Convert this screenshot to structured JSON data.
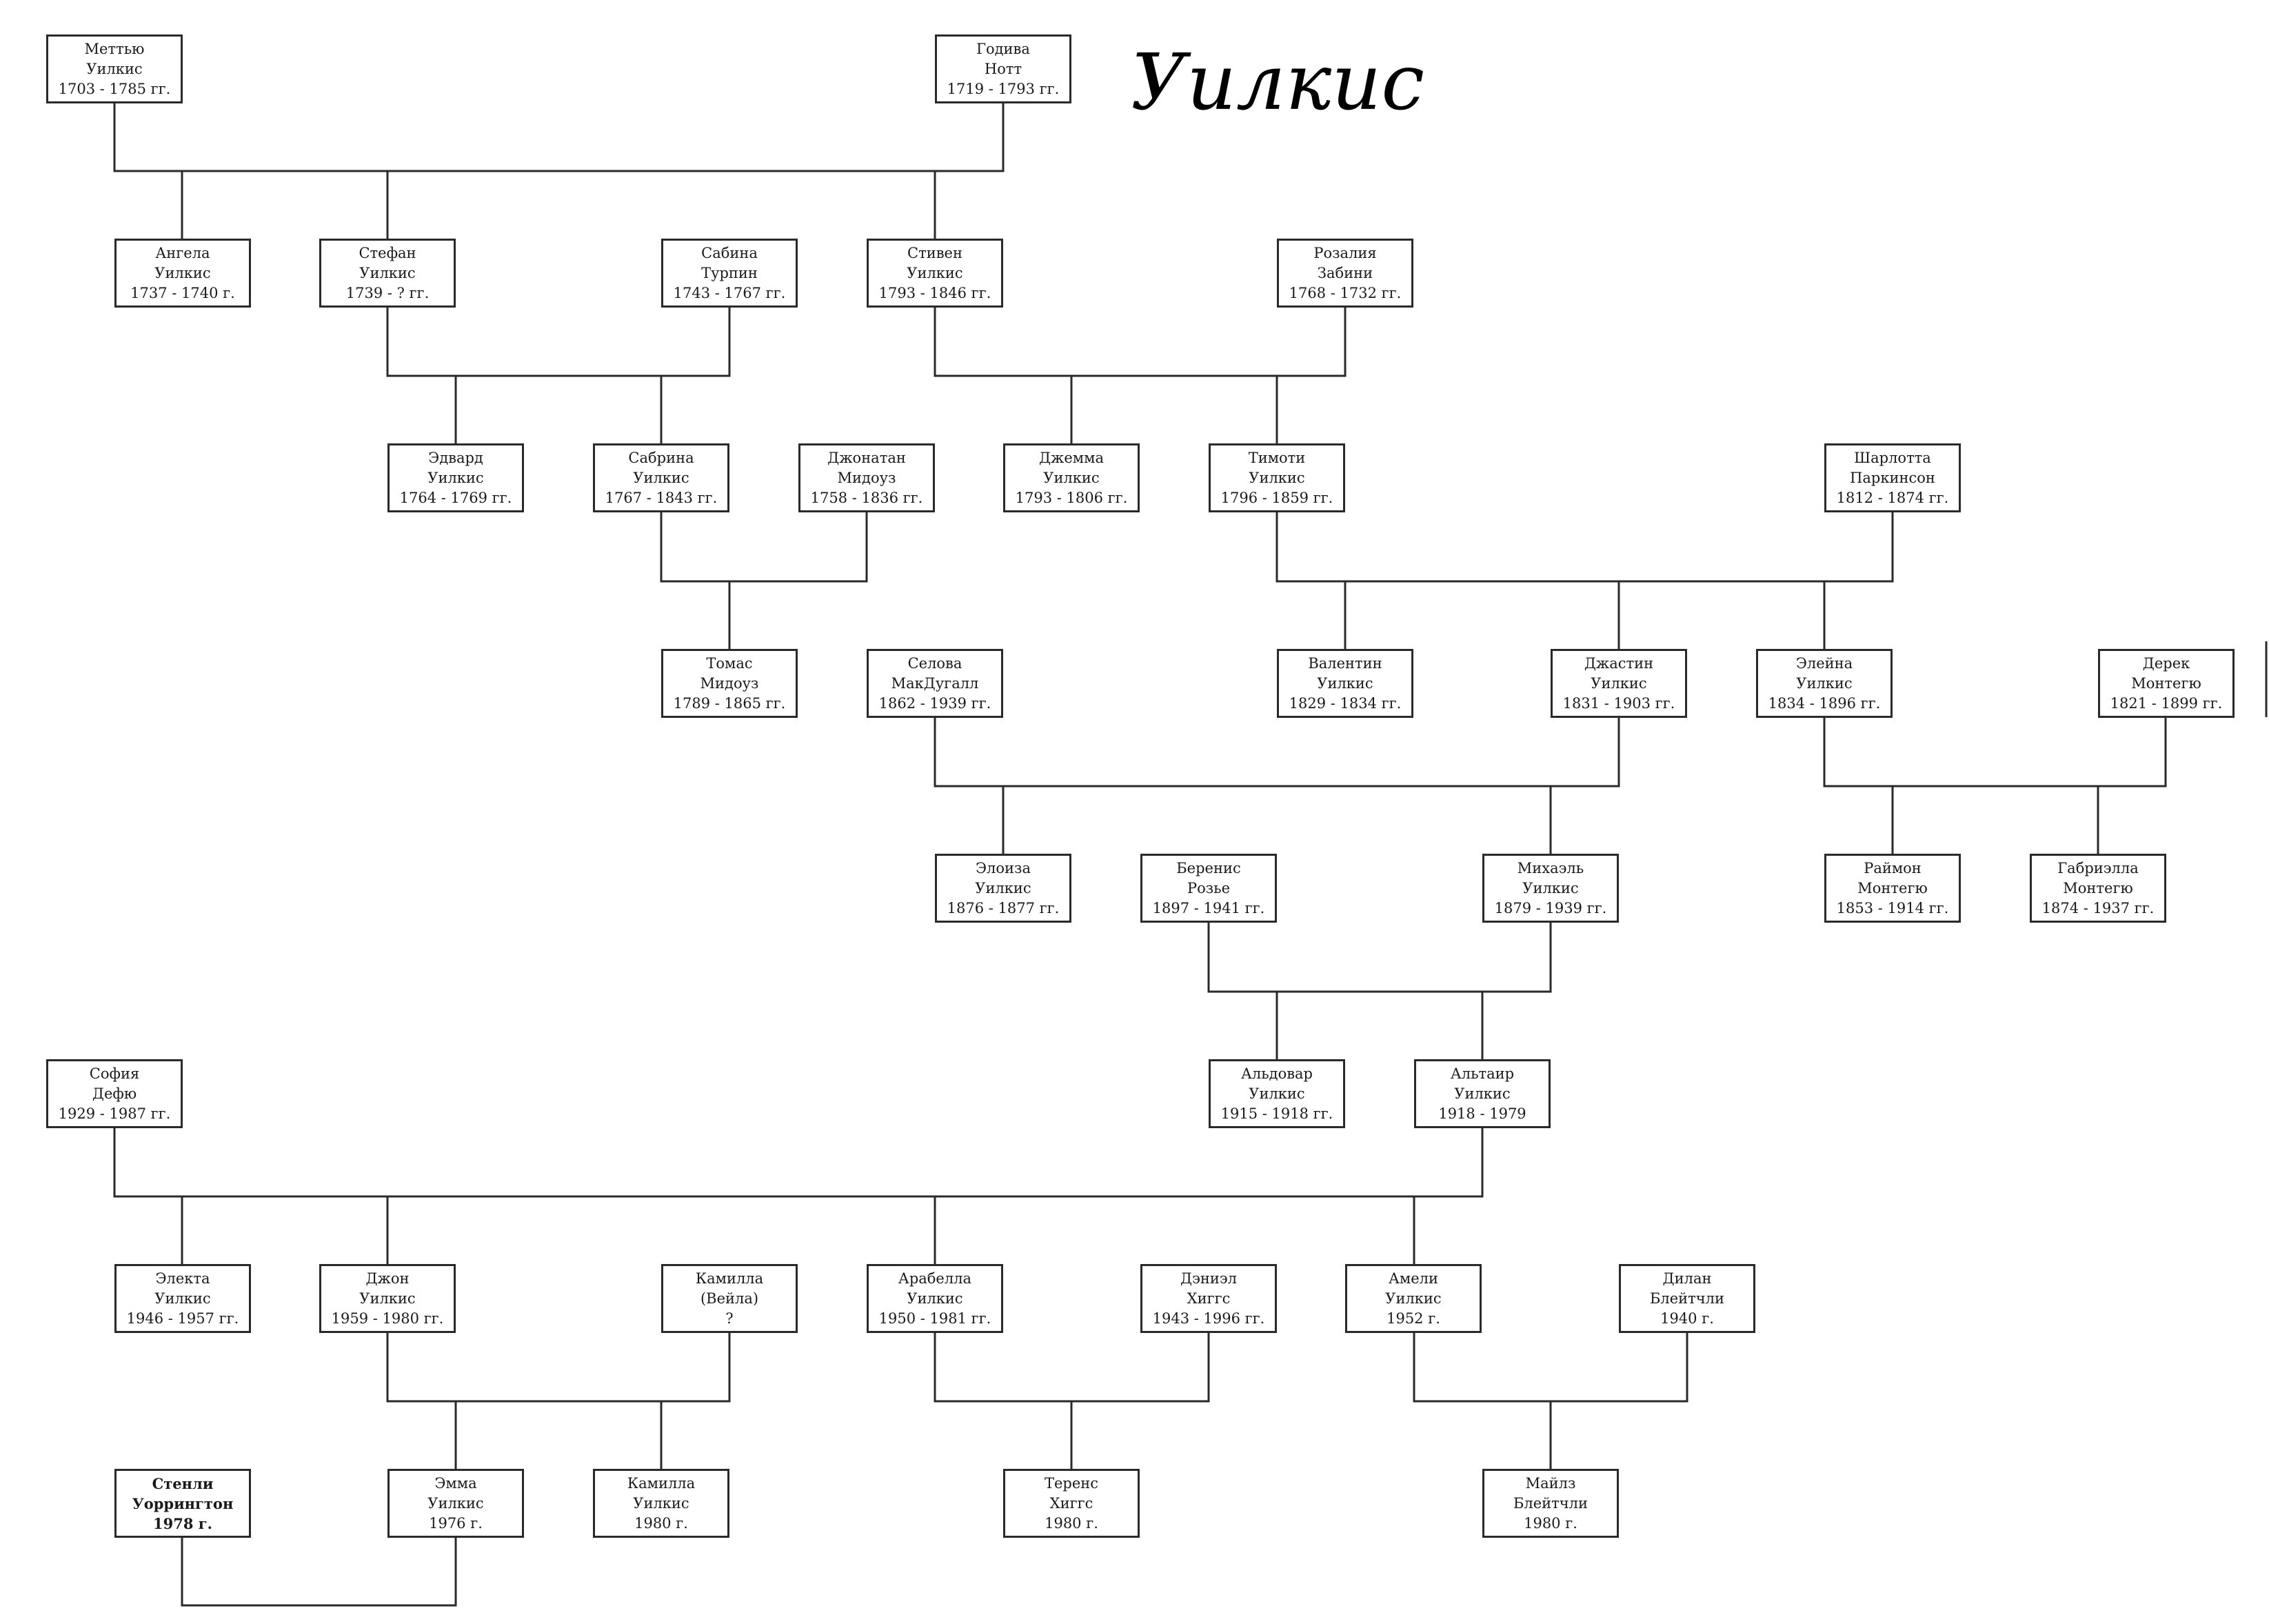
{
  "title": "Уилкис",
  "people": {
    "matthew": {
      "line1": "Меттью",
      "line2": "Уилкис",
      "line3": "1703 - 1785 гг."
    },
    "godiva": {
      "line1": "Годива",
      "line2": "Нотт",
      "line3": "1719 - 1793 гг."
    },
    "angela": {
      "line1": "Ангела",
      "line2": "Уилкис",
      "line3": "1737 - 1740 г."
    },
    "stefan": {
      "line1": "Стефан",
      "line2": "Уилкис",
      "line3": "1739 - ? гг."
    },
    "sabina": {
      "line1": "Сабина",
      "line2": "Турпин",
      "line3": "1743 - 1767 гг."
    },
    "steven": {
      "line1": "Стивен",
      "line2": "Уилкис",
      "line3": "1793 - 1846 гг."
    },
    "rosalia": {
      "line1": "Розалия",
      "line2": "Забини",
      "line3": "1768 - 1732 гг."
    },
    "edward": {
      "line1": "Эдвард",
      "line2": "Уилкис",
      "line3": "1764 - 1769 гг."
    },
    "sabrina": {
      "line1": "Сабрина",
      "line2": "Уилкис",
      "line3": "1767 - 1843 гг."
    },
    "jonathan": {
      "line1": "Джонатан",
      "line2": "Мидоуз",
      "line3": "1758 - 1836 гг."
    },
    "gemma": {
      "line1": "Джемма",
      "line2": "Уилкис",
      "line3": "1793 - 1806 гг."
    },
    "timothy": {
      "line1": "Тимоти",
      "line2": "Уилкис",
      "line3": "1796 - 1859 гг."
    },
    "charlotte": {
      "line1": "Шарлотта",
      "line2": "Паркинсон",
      "line3": "1812 - 1874 гг."
    },
    "thomas": {
      "line1": "Томас",
      "line2": "Мидоуз",
      "line3": "1789 - 1865 гг."
    },
    "selova": {
      "line1": "Селова",
      "line2": "МакДугалл",
      "line3": "1862 - 1939 гг."
    },
    "valentin": {
      "line1": "Валентин",
      "line2": "Уилкис",
      "line3": "1829 - 1834 гг."
    },
    "justin": {
      "line1": "Джастин",
      "line2": "Уилкис",
      "line3": "1831 - 1903 гг."
    },
    "elaina": {
      "line1": "Элейна",
      "line2": "Уилкис",
      "line3": "1834 - 1896 гг."
    },
    "derek": {
      "line1": "Дерек",
      "line2": "Монтегю",
      "line3": "1821 - 1899 гг."
    },
    "eloise": {
      "line1": "Элоиза",
      "line2": "Уилкис",
      "line3": "1876 - 1877 гг."
    },
    "berenice": {
      "line1": "Беренис",
      "line2": "Розье",
      "line3": "1897 - 1941 гг."
    },
    "michael": {
      "line1": "Михаэль",
      "line2": "Уилкис",
      "line3": "1879 - 1939 гг."
    },
    "raymond": {
      "line1": "Раймон",
      "line2": "Монтегю",
      "line3": "1853 - 1914 гг."
    },
    "gabriella": {
      "line1": "Габриэлла",
      "line2": "Монтегю",
      "line3": "1874 - 1937 гг."
    },
    "sofia": {
      "line1": "София",
      "line2": "Дефю",
      "line3": "1929 - 1987 гг."
    },
    "aldovar": {
      "line1": "Альдовар",
      "line2": "Уилкис",
      "line3": "1915 - 1918 гг."
    },
    "altair": {
      "line1": "Альтаир",
      "line2": "Уилкис",
      "line3": "1918 - 1979"
    },
    "electa": {
      "line1": "Электа",
      "line2": "Уилкис",
      "line3": "1946 - 1957 гг."
    },
    "john": {
      "line1": "Джон",
      "line2": "Уилкис",
      "line3": "1959 - 1980 гг."
    },
    "camilla": {
      "line1": "Камилла",
      "line2": "(Вейла)",
      "line3": "?"
    },
    "arabella": {
      "line1": "Арабелла",
      "line2": "Уилкис",
      "line3": "1950 - 1981 гг."
    },
    "daniel": {
      "line1": "Дэниэл",
      "line2": "Хиггс",
      "line3": "1943 - 1996 гг."
    },
    "amelie": {
      "line1": "Амели",
      "line2": "Уилкис",
      "line3": "1952 г."
    },
    "dylan": {
      "line1": "Дилан",
      "line2": "Блейтчли",
      "line3": "1940 г."
    },
    "stanley": {
      "line1": "Стенли",
      "line2": "Уоррингтон",
      "line3": "1978 г."
    },
    "emma": {
      "line1": "Эмма",
      "line2": "Уилкис",
      "line3": "1976 г."
    },
    "camilla2": {
      "line1": "Камилла",
      "line2": "Уилкис",
      "line3": "1980 г."
    },
    "terence": {
      "line1": "Теренс",
      "line2": "Хиггс",
      "line3": "1980 г."
    },
    "miles": {
      "line1": "Майлз",
      "line2": "Блейтчли",
      "line3": "1980 г."
    }
  }
}
